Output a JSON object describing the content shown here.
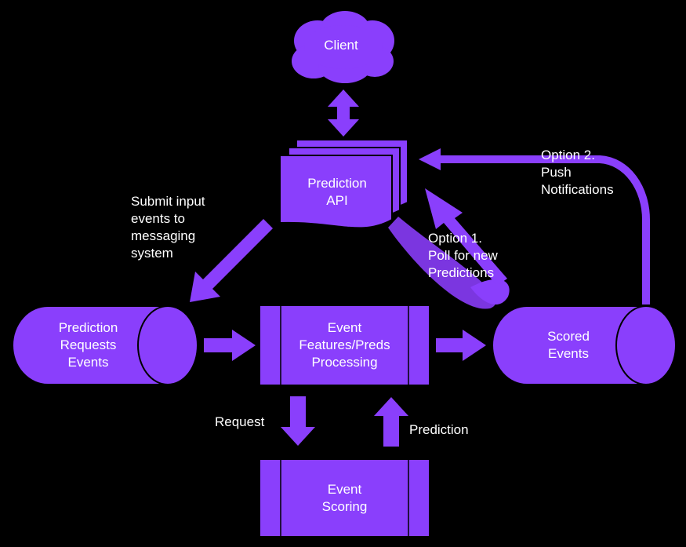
{
  "colors": {
    "background": "#000000",
    "shape_fill": "#8a3ffc",
    "outline": "#000000",
    "text": "#ffffff"
  },
  "nodes": {
    "client": {
      "lines": [
        "Client"
      ],
      "shape": "cloud"
    },
    "prediction_api": {
      "lines": [
        "Prediction",
        "API"
      ],
      "shape": "multi-document"
    },
    "prediction_requests": {
      "lines": [
        "Prediction",
        "Requests",
        "Events"
      ],
      "shape": "cylinder"
    },
    "processing": {
      "lines": [
        "Event",
        "Features/Preds",
        "Processing"
      ],
      "shape": "predefined-process"
    },
    "scored_events": {
      "lines": [
        "Scored",
        "Events"
      ],
      "shape": "cylinder"
    },
    "scoring": {
      "lines": [
        "Event",
        "Scoring"
      ],
      "shape": "predefined-process"
    }
  },
  "labels": {
    "submit": [
      "Submit input",
      "events to",
      "messaging",
      "system"
    ],
    "option1": [
      "Option 1.",
      "Poll for new",
      "Predictions"
    ],
    "option2": [
      "Option 2.",
      "Push",
      "Notifications"
    ],
    "request": [
      "Request"
    ],
    "prediction": [
      "Prediction"
    ]
  }
}
